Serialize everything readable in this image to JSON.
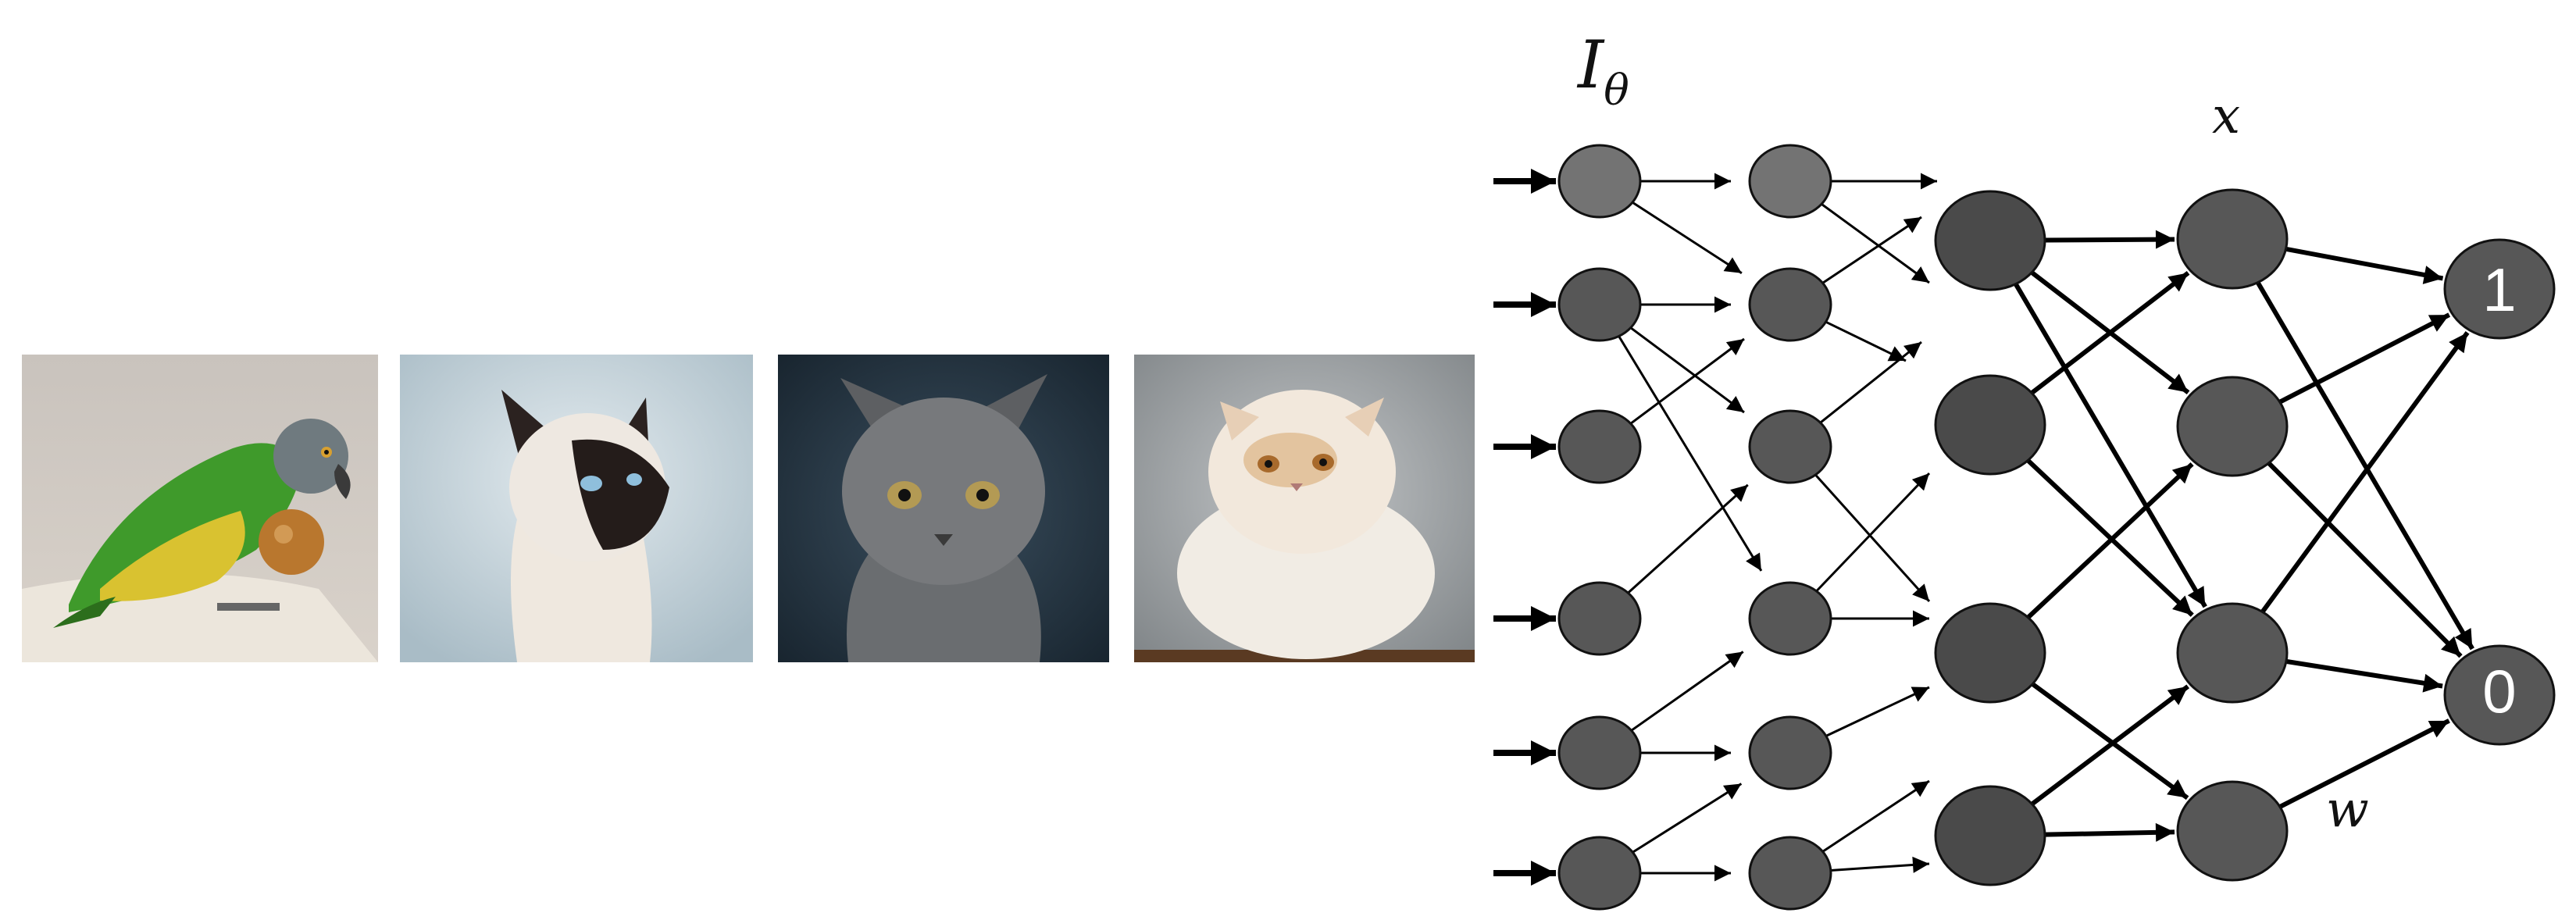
{
  "images": [
    {
      "subject": "parrot-with-walnut"
    },
    {
      "subject": "siamese-cat"
    },
    {
      "subject": "grey-cat"
    },
    {
      "subject": "persian-cat"
    }
  ],
  "network": {
    "generator_label": "I",
    "generator_subscript": "θ",
    "feature_label": "x",
    "weight_label": "w",
    "output_labels": [
      "1",
      "0"
    ],
    "colors": {
      "node_fill": "#575757",
      "node_top_fill": "#737373",
      "classifier_node_fill": "#4a4a4a",
      "stroke": "#111111"
    }
  }
}
